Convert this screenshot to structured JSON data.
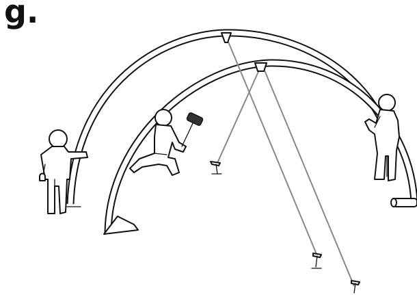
{
  "step": {
    "label": "g."
  },
  "colors": {
    "outline": "#111111",
    "arch_fill": "#ffffff",
    "guy_line": "#aaaaaa",
    "figure_fill": "#ffffff"
  },
  "figures": {
    "people": [
      "person-holding-pole-left",
      "person-kneeling-with-mallet",
      "person-holding-pole-right"
    ],
    "tools": [
      "mallet-icon"
    ],
    "stakes": [
      "ground-stake-icon",
      "ground-stake-icon",
      "ground-stake-icon"
    ],
    "poles": [
      "rear-arch-pole",
      "front-arch-pole"
    ]
  }
}
